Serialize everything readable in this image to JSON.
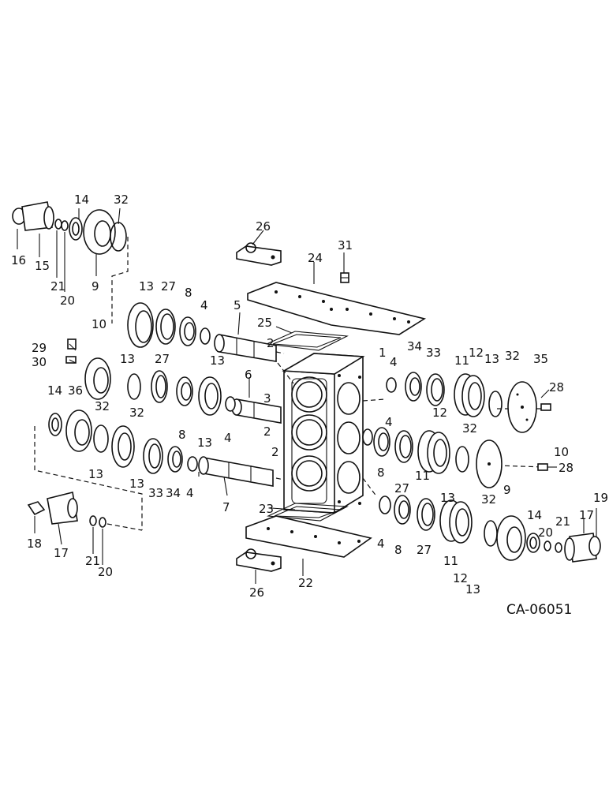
{
  "diagram_code": "CA-06051",
  "callouts": [
    {
      "id": "16a",
      "label": "16"
    },
    {
      "id": "15a",
      "label": "15"
    },
    {
      "id": "21a",
      "label": "21"
    },
    {
      "id": "20a",
      "label": "20"
    },
    {
      "id": "9a",
      "label": "9"
    },
    {
      "id": "14a",
      "label": "14"
    },
    {
      "id": "32a",
      "label": "32"
    },
    {
      "id": "26a",
      "label": "26"
    },
    {
      "id": "31a",
      "label": "31"
    },
    {
      "id": "24a",
      "label": "24"
    },
    {
      "id": "13a",
      "label": "13"
    },
    {
      "id": "27a",
      "label": "27"
    },
    {
      "id": "8a",
      "label": "8"
    },
    {
      "id": "4a",
      "label": "4"
    },
    {
      "id": "5a",
      "label": "5"
    },
    {
      "id": "25a",
      "label": "25"
    },
    {
      "id": "2a",
      "label": "2"
    },
    {
      "id": "1a",
      "label": "1"
    },
    {
      "id": "10a",
      "label": "10"
    },
    {
      "id": "29a",
      "label": "29"
    },
    {
      "id": "30a",
      "label": "30"
    },
    {
      "id": "13b",
      "label": "13"
    },
    {
      "id": "27b",
      "label": "27"
    },
    {
      "id": "13c",
      "label": "13"
    },
    {
      "id": "6a",
      "label": "6"
    },
    {
      "id": "3a",
      "label": "3"
    },
    {
      "id": "2b",
      "label": "2"
    },
    {
      "id": "32b",
      "label": "32"
    },
    {
      "id": "8b",
      "label": "8"
    },
    {
      "id": "13d",
      "label": "13"
    },
    {
      "id": "4b",
      "label": "4"
    },
    {
      "id": "14b",
      "label": "14"
    },
    {
      "id": "36a",
      "label": "36"
    },
    {
      "id": "32c",
      "label": "32"
    },
    {
      "id": "13e",
      "label": "13"
    },
    {
      "id": "13f",
      "label": "13"
    },
    {
      "id": "33a",
      "label": "33"
    },
    {
      "id": "34a",
      "label": "34"
    },
    {
      "id": "4c",
      "label": "4"
    },
    {
      "id": "7a",
      "label": "7"
    },
    {
      "id": "2c",
      "label": "2"
    },
    {
      "id": "23a",
      "label": "23"
    },
    {
      "id": "18a",
      "label": "18"
    },
    {
      "id": "17a",
      "label": "17"
    },
    {
      "id": "21b",
      "label": "21"
    },
    {
      "id": "20b",
      "label": "20"
    },
    {
      "id": "26b",
      "label": "26"
    },
    {
      "id": "22a",
      "label": "22"
    },
    {
      "id": "4d",
      "label": "4"
    },
    {
      "id": "34b",
      "label": "34"
    },
    {
      "id": "33b",
      "label": "33"
    },
    {
      "id": "11a",
      "label": "11"
    },
    {
      "id": "12a",
      "label": "12"
    },
    {
      "id": "13g",
      "label": "13"
    },
    {
      "id": "32d",
      "label": "32"
    },
    {
      "id": "35a",
      "label": "35"
    },
    {
      "id": "28a",
      "label": "28"
    },
    {
      "id": "4e",
      "label": "4"
    },
    {
      "id": "8c",
      "label": "8"
    },
    {
      "id": "27c",
      "label": "27"
    },
    {
      "id": "11b",
      "label": "11"
    },
    {
      "id": "12b",
      "label": "12"
    },
    {
      "id": "32e",
      "label": "32"
    },
    {
      "id": "13h",
      "label": "13"
    },
    {
      "id": "10b",
      "label": "10"
    },
    {
      "id": "28b",
      "label": "28"
    },
    {
      "id": "4f",
      "label": "4"
    },
    {
      "id": "8d",
      "label": "8"
    },
    {
      "id": "27d",
      "label": "27"
    },
    {
      "id": "11c",
      "label": "11"
    },
    {
      "id": "12c",
      "label": "12"
    },
    {
      "id": "13i",
      "label": "13"
    },
    {
      "id": "32f",
      "label": "32"
    },
    {
      "id": "9b",
      "label": "9"
    },
    {
      "id": "14c",
      "label": "14"
    },
    {
      "id": "20c",
      "label": "20"
    },
    {
      "id": "21c",
      "label": "21"
    },
    {
      "id": "17b",
      "label": "17"
    },
    {
      "id": "19a",
      "label": "19"
    }
  ]
}
